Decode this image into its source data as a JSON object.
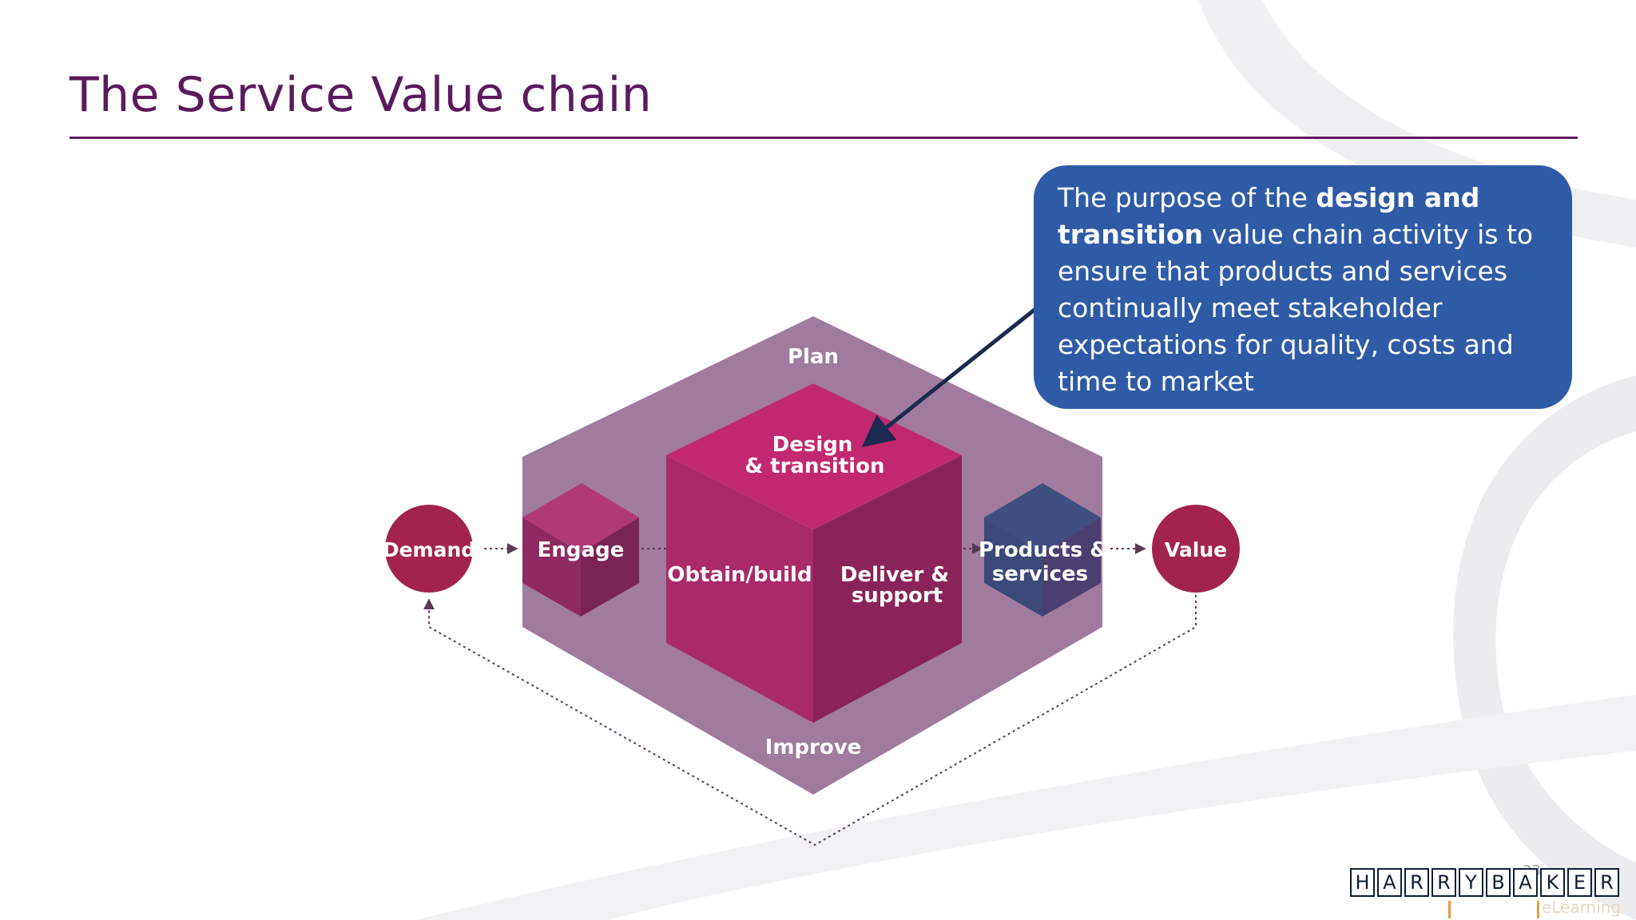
{
  "slide": {
    "title": "The Service Value chain",
    "number": "23"
  },
  "diagram": {
    "plan": "Plan",
    "improve": "Improve",
    "engage": "Engage",
    "design_line1": "Design",
    "design_line2": "& transition",
    "obtain": "Obtain/build",
    "deliver_line1": "Deliver &",
    "deliver_line2": "support",
    "products_line1": "Products &",
    "products_line2": "services",
    "demand": "Demand",
    "value": "Value"
  },
  "callout": {
    "text_pre": "The purpose of the ",
    "text_bold": "design and transition",
    "text_post": " value chain activity is to ensure that products and services continually meet stakeholder expectations for quality, costs and time to market"
  },
  "logo": {
    "letters": [
      "H",
      "A",
      "R",
      "R",
      "Y",
      "B",
      "A",
      "K",
      "E",
      "R"
    ],
    "sub": "eLearning"
  },
  "colors": {
    "title": "#5b1a5e",
    "frame": "#a07b9d",
    "cube_top": "#c2286f",
    "cube_left": "#a92a67",
    "cube_right": "#8a2358",
    "engage": "#9a2b66",
    "products": "#3d4f7c",
    "circle": "#a3234f",
    "callout": "#2f5ba6"
  }
}
